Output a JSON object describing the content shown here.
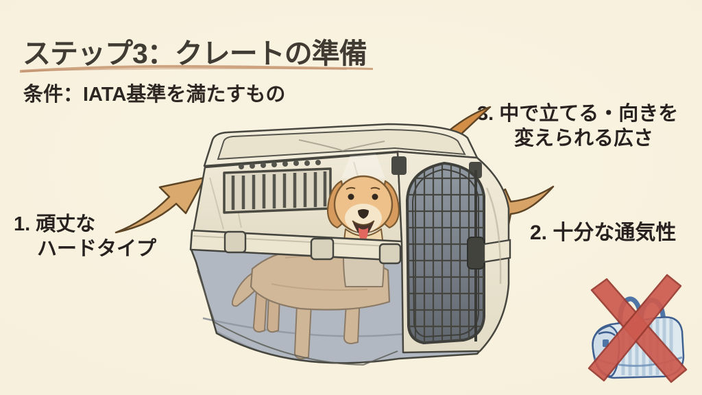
{
  "slide": {
    "title": "ステップ3：クレートの準備",
    "subtitle": "条件：IATA基準を満たすもの"
  },
  "annotations": {
    "hard_type": {
      "line1": "1. 頑丈な",
      "line2": "ハードタイプ"
    },
    "ventilation": {
      "line1": "2. 十分な通気性"
    },
    "space": {
      "line1": "3. 中で立てる・向きを",
      "line2": "変えられる広さ"
    }
  },
  "icons": {
    "arrow_left": "curved-arrow-pointing-upper-right",
    "arrow_top": "curved-arrow-pointing-lower-left",
    "arrow_right": "curved-arrow-pointing-left",
    "prohibition": "red-cross-mark"
  },
  "illustrations": {
    "crate": "golden-retriever-standing-inside-hard-plastic-travel-crate",
    "prohibited_bag": "blue-soft-carrier-bag-crossed-out"
  },
  "colors": {
    "background": "#f7f0dc",
    "title_text": "#403b33",
    "body_text": "#272220",
    "title_underline": "#c89a76",
    "arrow_fill": "#d89a55",
    "arrow_outline": "#5d4526",
    "cross_red": "#cd5a4e",
    "bag_blue": "#4f74a6"
  }
}
